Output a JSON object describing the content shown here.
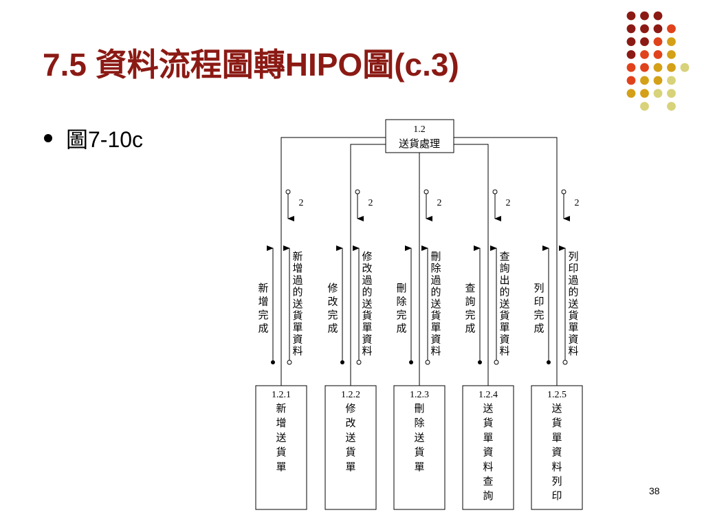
{
  "slide": {
    "title": "7.5 資料流程圖轉HIPO圖(c.3)",
    "bullet": "圖7-10c",
    "page_number": "38"
  },
  "decoration": {
    "dot_colors": [
      "#8b1a14",
      "#e0421c",
      "#d4a017",
      "#d8d27a"
    ]
  },
  "diagram": {
    "root": {
      "id": "1.2",
      "name": "送貨處理"
    },
    "children": [
      {
        "id": "1.2.1",
        "name": "新增送貨單",
        "down_label": "新增過的送貨單資料",
        "up_label": "新增完成",
        "couple": "2"
      },
      {
        "id": "1.2.2",
        "name": "修改送貨單",
        "down_label": "修改過的送貨單資料",
        "up_label": "修改完成",
        "couple": "2"
      },
      {
        "id": "1.2.3",
        "name": "刪除送貨單",
        "down_label": "刪除過的送貨單資料",
        "up_label": "刪除完成",
        "couple": "2"
      },
      {
        "id": "1.2.4",
        "name": "送貨單資料查詢",
        "down_label": "查詢出的送貨單資料",
        "up_label": "查詢完成",
        "couple": "2"
      },
      {
        "id": "1.2.5",
        "name": "送貨單資料列印",
        "down_label": "列印過的送貨單資料",
        "up_label": "列印完成",
        "couple": "2"
      }
    ]
  }
}
